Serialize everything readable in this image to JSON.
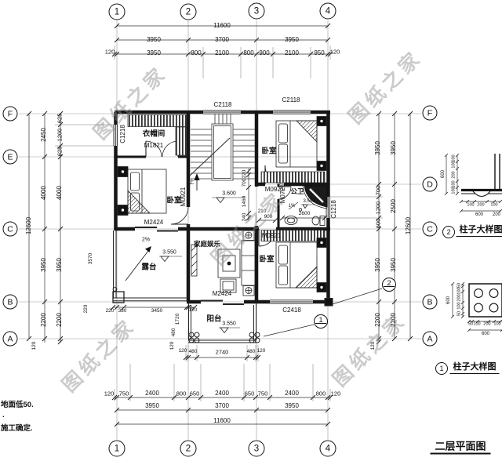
{
  "watermark": "图纸之家",
  "titles": {
    "plan": "二层平面图",
    "detail_upper_num": "2",
    "detail_lower_num": "1",
    "detail_name": "柱子大样图"
  },
  "notes": [
    "地面低50.",
    ".",
    "施工确定."
  ],
  "axes": {
    "cols": [
      "1",
      "2",
      "3",
      "4"
    ],
    "left": [
      "F",
      "E",
      "C",
      "B",
      "A"
    ],
    "right": [
      "F",
      "D",
      "C",
      "B",
      "A"
    ]
  },
  "markers": {
    "m1": "1",
    "m2": "2"
  },
  "rooms": {
    "cloakroom": "衣帽间",
    "bedroom_left": "卧室",
    "bedroom_tr": "卧室",
    "bedroom_br": "卧室",
    "bath": "公卫",
    "family": "家庭娱乐",
    "terrace": "露台",
    "balcony": "阳台",
    "up": "上"
  },
  "openings": {
    "c1218_left": "C1218",
    "c1218_right": "C1218",
    "c2118_stair": "C2118",
    "c2118_bed": "C2118",
    "c2418": "C2418",
    "m1821": "M1821",
    "m2424_bed": "M2424",
    "m2424_balcony": "M2424",
    "m0921_tr": "M0921",
    "m0921_br": "M0921",
    "m0921_left": "M0921",
    "m0721": "M0721"
  },
  "levels": {
    "hall": "3.600",
    "terrace": "3.550",
    "balcony": "3.550",
    "bath": "3.550",
    "slope_terrace": "2%",
    "slope_bath": "1%"
  },
  "dims": {
    "top": {
      "total": "11600",
      "spans": [
        "3950",
        "3700",
        "3950"
      ],
      "sub": [
        "120",
        "3950",
        "800",
        "2100",
        "800",
        "900",
        "2100",
        "950",
        "120"
      ]
    },
    "bottom": {
      "balcony": [
        "120",
        "480",
        "2740",
        "480",
        "120"
      ],
      "sub": [
        "120",
        "750",
        "2400",
        "800",
        "650",
        "2400",
        "650",
        "750",
        "2400",
        "800",
        "120"
      ],
      "spans": [
        "3950",
        "3700",
        "3950"
      ],
      "total": "11600"
    },
    "left": {
      "total": "12600",
      "outer": [
        "2450",
        "4000",
        "3950",
        "2200"
      ],
      "inner": [
        "625",
        "1200",
        "625",
        "4000",
        "3950",
        "2200"
      ],
      "edge": "120"
    },
    "right": {
      "total": "12600",
      "inner": [
        "3950",
        "700",
        "1200",
        "600",
        "3950",
        "2200"
      ],
      "outer": [
        "3950",
        "2500",
        "3950",
        "2200"
      ],
      "edge": "120"
    },
    "inner": {
      "stair": [
        "220",
        "700",
        "1460",
        "240"
      ],
      "hall900": "900",
      "hall210": "210",
      "bath2600": "2600",
      "terrace_v": "3570",
      "terrace_row": [
        "220",
        "380",
        "3450",
        "120"
      ],
      "terrace_v2": "1720",
      "terrace_v3": "220",
      "balcony_480": "480",
      "balcony_120": "120"
    },
    "detail2": {
      "total_v": "600",
      "v": [
        "100",
        "100",
        "200",
        "100",
        "100"
      ],
      "h": [
        "100",
        "200",
        "100"
      ],
      "total_h": "600",
      "wall": "200"
    },
    "detail1": {
      "total_v": "600",
      "v": [
        "50",
        "100",
        "200",
        "100",
        "50"
      ],
      "h": [
        "100",
        "200",
        "100"
      ],
      "total_h": "600",
      "h_edge": "50"
    }
  }
}
